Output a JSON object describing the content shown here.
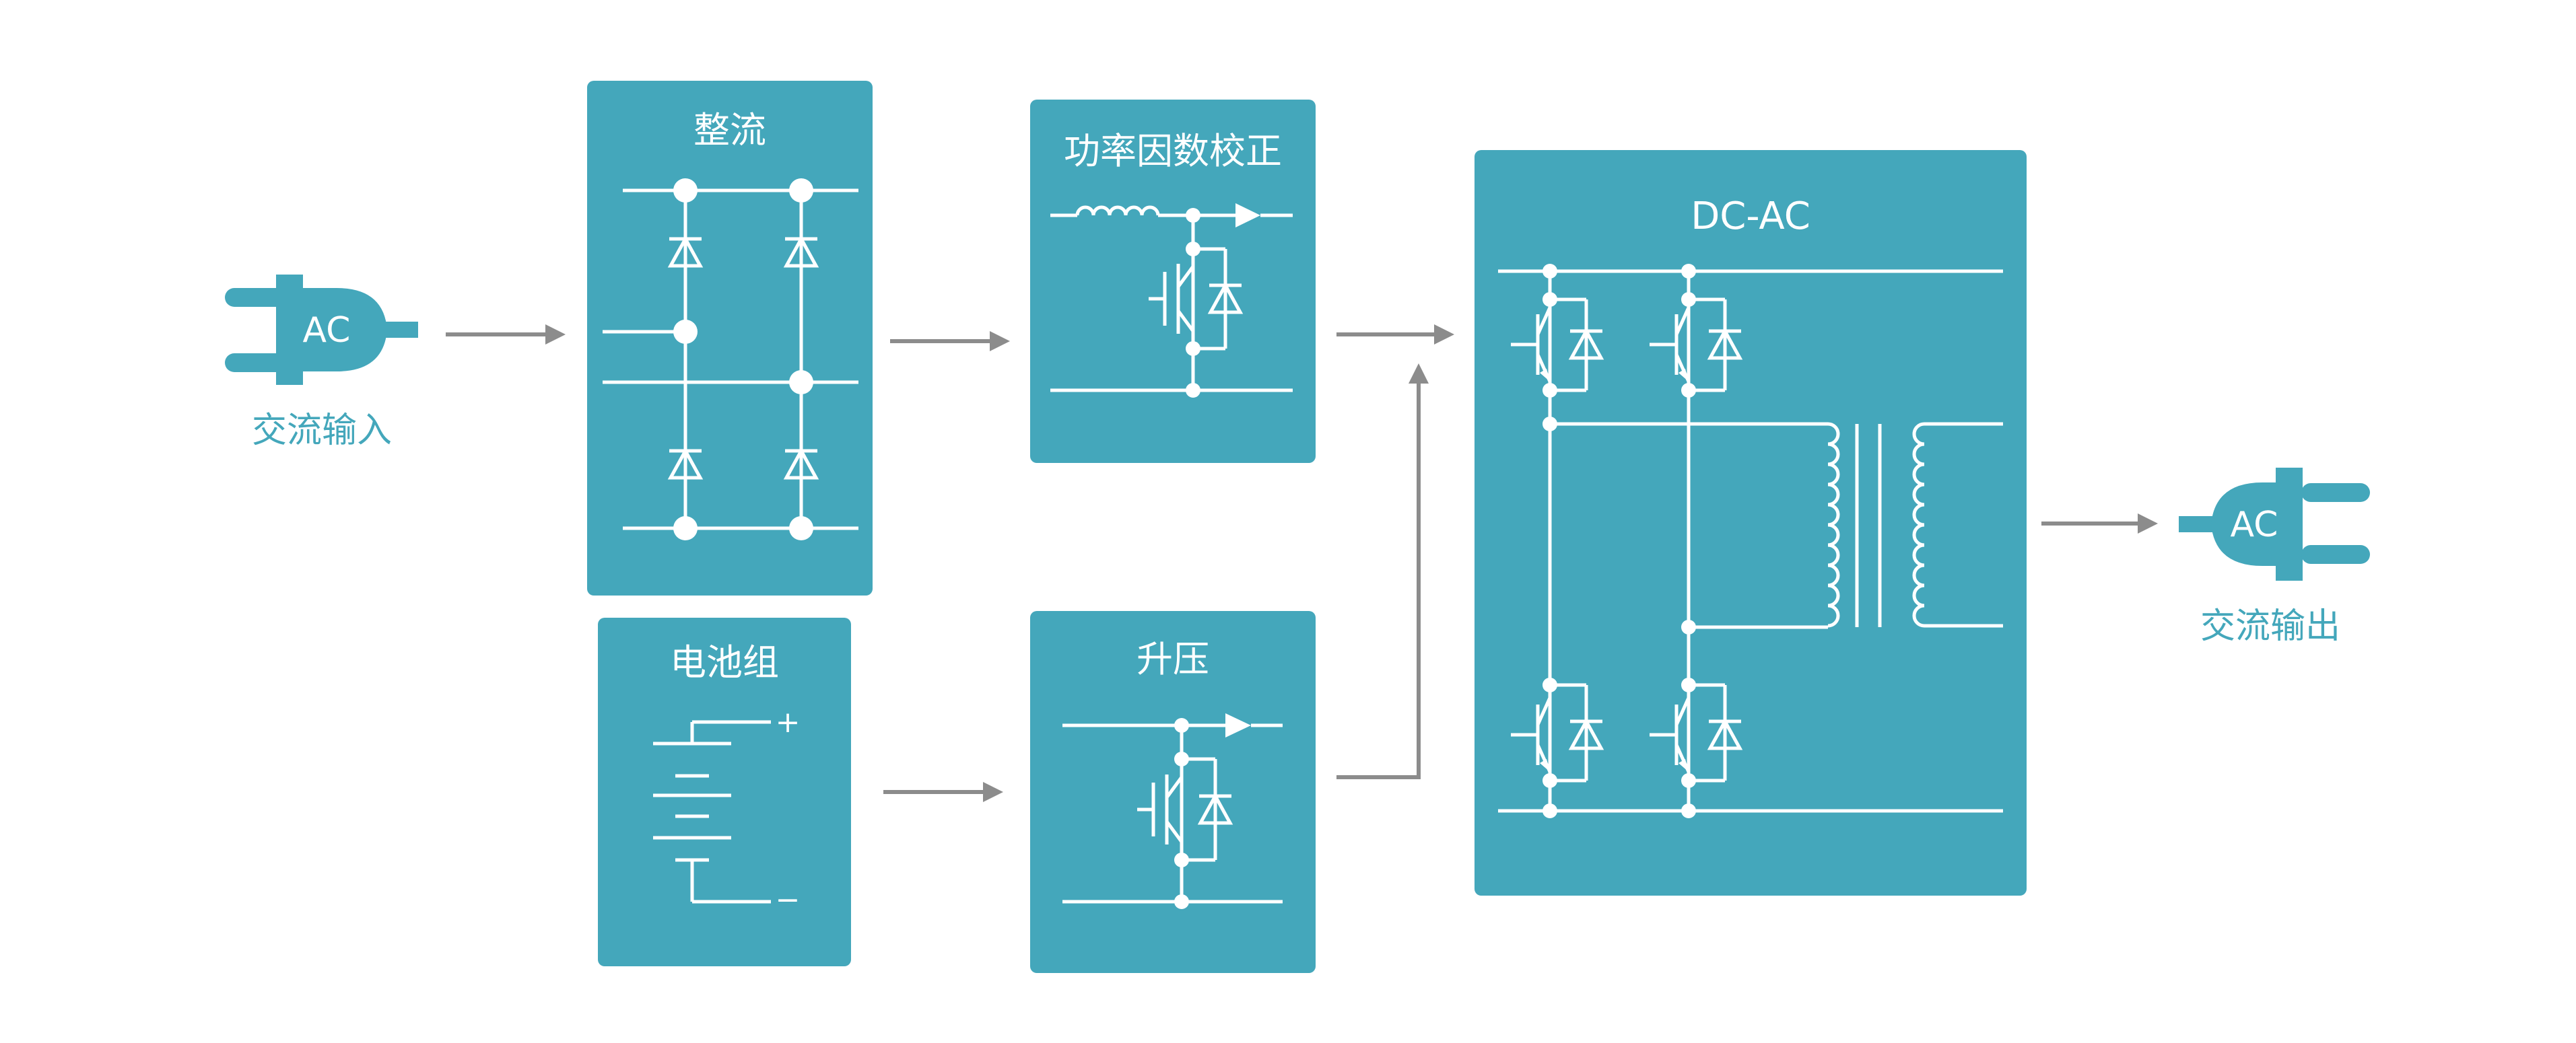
{
  "colors": {
    "block": "#44a7bb",
    "wire": "#ffffff",
    "arrow": "#8c8c8c",
    "accent": "#44a7bb"
  },
  "input": {
    "plug_label": "AC",
    "caption": "交流输入"
  },
  "output": {
    "plug_label": "AC",
    "caption": "交流输出"
  },
  "blocks": {
    "rectifier": {
      "title": "整流"
    },
    "pfc": {
      "title": "功率因数校正"
    },
    "battery": {
      "title": "电池组",
      "plus": "+",
      "minus": "−"
    },
    "boost": {
      "title": "升压"
    },
    "inverter": {
      "title": "DC-AC"
    }
  }
}
